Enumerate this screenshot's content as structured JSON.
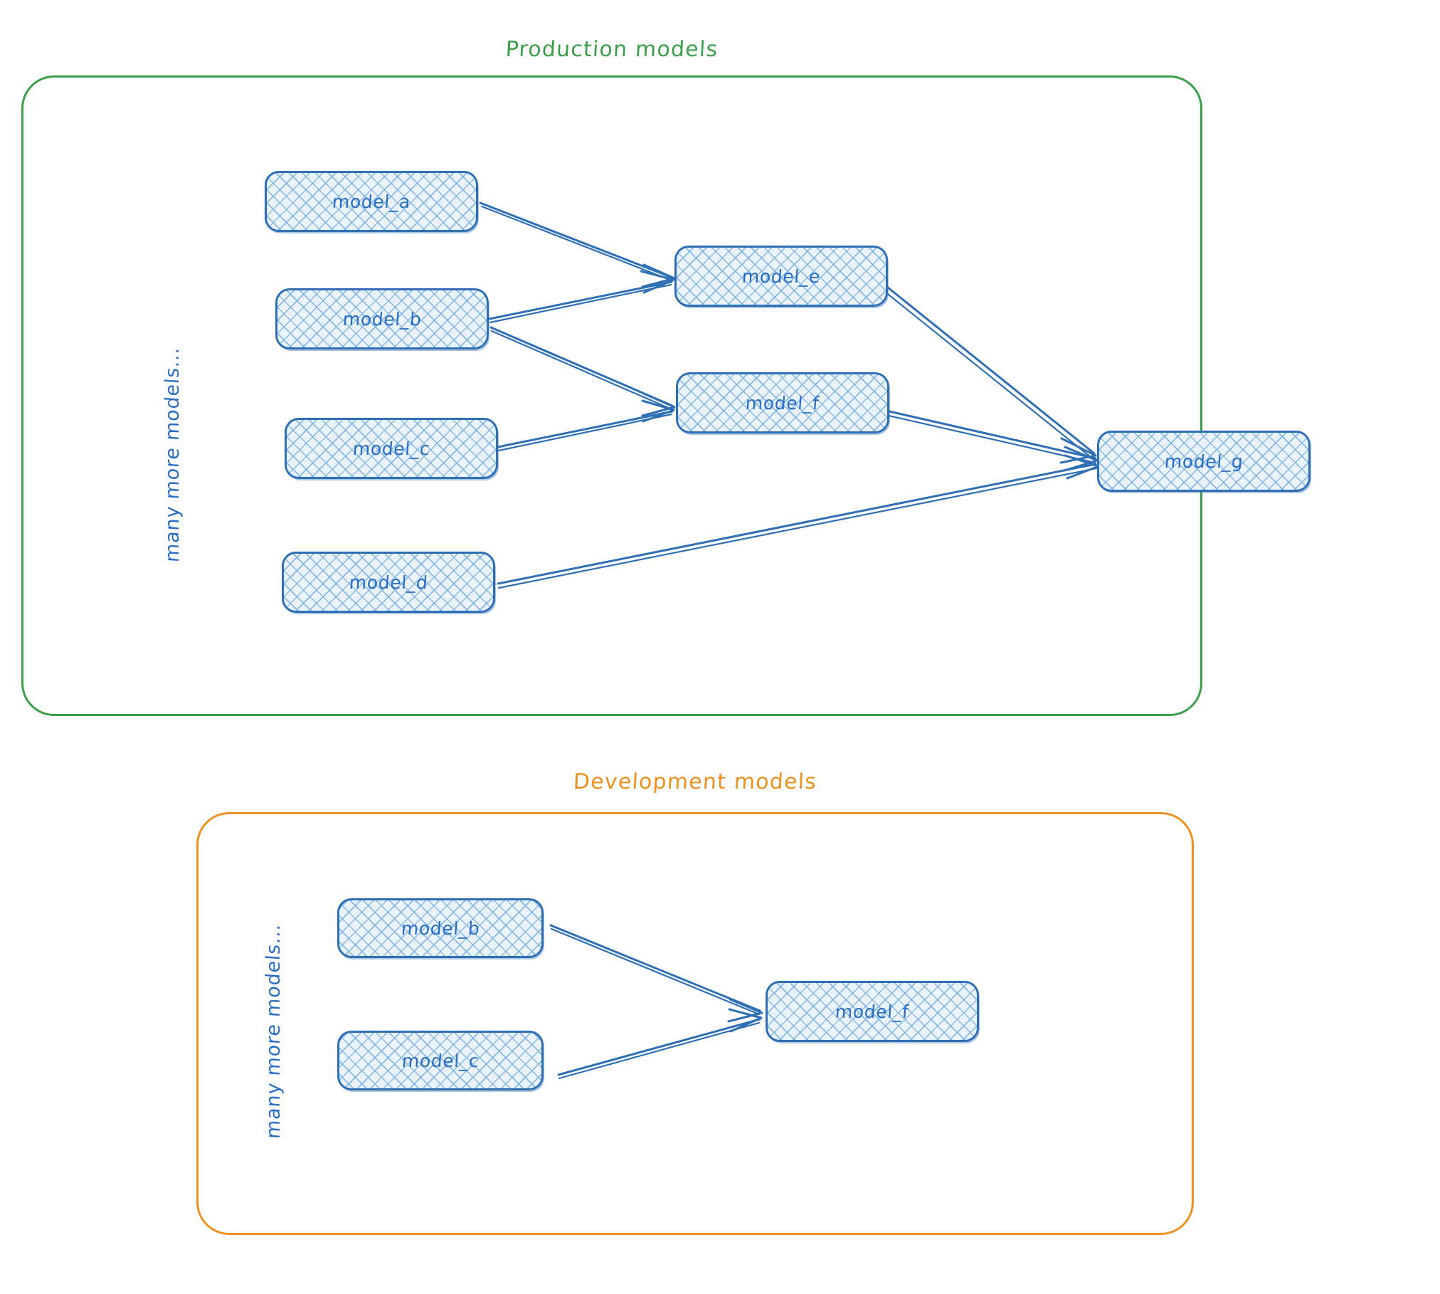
{
  "diagram": {
    "type": "flowchart",
    "style": "hand-drawn sketch",
    "colors": {
      "production_border": "#3ba049",
      "development_border": "#ed9121",
      "node_border": "#2f6fb5",
      "node_fill": "#eaf3fc",
      "node_text": "#2a6ec4",
      "arrow": "#2f6fb5",
      "background": "#ffffff"
    }
  },
  "production": {
    "title": "Production models",
    "side_label": "many more models...",
    "nodes": [
      {
        "id": "a",
        "label": "model_a"
      },
      {
        "id": "b",
        "label": "model_b"
      },
      {
        "id": "c",
        "label": "model_c"
      },
      {
        "id": "d",
        "label": "model_d"
      },
      {
        "id": "e",
        "label": "model_e"
      },
      {
        "id": "f",
        "label": "model_f"
      },
      {
        "id": "g",
        "label": "model_g"
      }
    ],
    "edges": [
      {
        "from": "model_a",
        "to": "model_e"
      },
      {
        "from": "model_b",
        "to": "model_e"
      },
      {
        "from": "model_b",
        "to": "model_f"
      },
      {
        "from": "model_c",
        "to": "model_f"
      },
      {
        "from": "model_e",
        "to": "model_g"
      },
      {
        "from": "model_f",
        "to": "model_g"
      },
      {
        "from": "model_d",
        "to": "model_g"
      }
    ]
  },
  "development": {
    "title": "Development models",
    "side_label": "many more models...",
    "nodes": [
      {
        "id": "b",
        "label": "model_b"
      },
      {
        "id": "c",
        "label": "model_c"
      },
      {
        "id": "f",
        "label": "model_f"
      }
    ],
    "edges": [
      {
        "from": "model_b",
        "to": "model_f"
      },
      {
        "from": "model_c",
        "to": "model_f"
      }
    ]
  }
}
